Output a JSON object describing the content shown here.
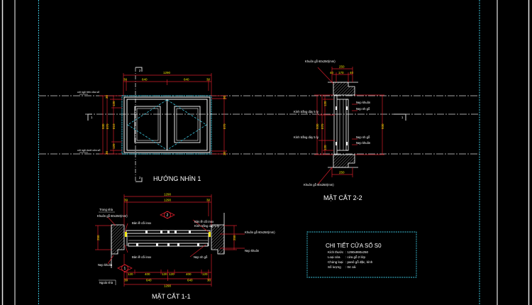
{
  "colors": {
    "background": "#000000",
    "frame": "#e6e6e6",
    "cyan": "#3ec8e0",
    "red": "#d41e2a",
    "yellow": "#f2e600",
    "white": "#ffffff",
    "hatch": "#9a9a9a"
  },
  "elevation": {
    "title": "HƯỚNG NHÌN 1",
    "overall_width": "1290",
    "sub_widths": [
      "30",
      "640",
      "640",
      "30"
    ],
    "left_heights": [
      "30",
      "120",
      "870",
      "930",
      "120",
      "30"
    ],
    "left_height_labels": [
      "930",
      "870",
      "810"
    ],
    "right_heights": [
      "30",
      "870",
      "30"
    ],
    "level_top": "cốt ngõ trên cửa sổ",
    "level_bottom": "cốt ngõ dưới cửa sổ",
    "section_marker_top": "2",
    "section_marker_left": "1"
  },
  "section_22": {
    "title": "MẶT CẮT 2-2",
    "top_dims": [
      "250",
      "40",
      "170",
      "40"
    ],
    "bottom_dim": "250",
    "left_dims": [
      "120",
      "870",
      "930",
      "120"
    ],
    "right_dim": "930",
    "notes": {
      "frame_top": "Khuôn gỗ 60x250(mm)",
      "frame_bottom": "Khuôn gỗ 60x250(mm)",
      "glass_upper": "Kính trắng dày 5 ly",
      "glass_lower": "Kính trắng dày 5 ly",
      "bead_1": "Nẹp khuôn",
      "bead_2": "Nẹp nh gỗ",
      "bead_3": "Nẹp nh gỗ",
      "bead_4": "Nẹp khuôn"
    }
  },
  "section_11": {
    "title": "MẶT CẮT 1-1",
    "top_dims_overall": "1290",
    "top_dims_inner": [
      "30",
      "1290",
      "30"
    ],
    "bottom_dims_row1": [
      "120",
      "400",
      "120",
      "120",
      "400",
      "120"
    ],
    "bottom_dims_row2": [
      "30",
      "640",
      "640",
      "30"
    ],
    "bottom_dims_overall": "1290",
    "side_dim_left": "250",
    "side_dim_right": "250",
    "section_marker_top": "2",
    "section_marker_bottom": "1",
    "notes": {
      "inside": "Trong nhà",
      "outside": "Ngoài nhà",
      "frame_left": "Khuôn gỗ 60x250(mm)",
      "frame_right": "Khuôn gỗ 60x250(mm)",
      "hinge_top": "Bản lề cối inox",
      "hinge_bottom": "Bản lề cối inox",
      "glass": "Kính trắng dày 5 ly",
      "hinge_top_right": "Bản lề cối inox",
      "bead_left": "Nẹp khuôn",
      "bead_right": "Nẹp khuôn",
      "bead_bottom": "Nẹp nh gỗ"
    }
  },
  "title_block": {
    "heading": "CHI TIẾT CỬA SỔ S0",
    "rows": [
      {
        "label": "Kích thước",
        "value": ": 1290x990x250"
      },
      {
        "label": "Loại cửa",
        "value": ": cửa gỗ 2 lớp"
      },
      {
        "label": "Chủng loại",
        "value": ": panô gỗ đặc, kính"
      },
      {
        "label": "Số lượng",
        "value": ": 04 cái"
      }
    ]
  }
}
